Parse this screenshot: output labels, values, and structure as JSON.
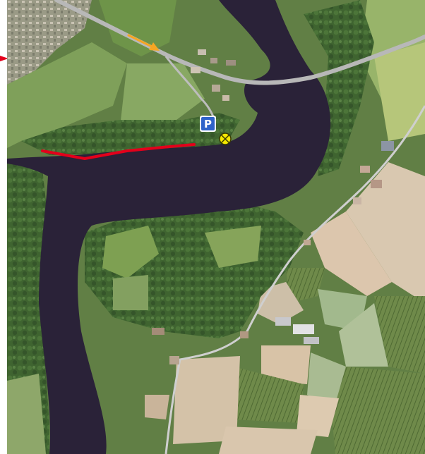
{
  "map": {
    "type": "aerial-photo",
    "colors": {
      "river": "#2a2238",
      "forest": "#3d5f2c",
      "field_light": "#d9cbb5",
      "road": "#b8b8b8",
      "trail": "#e3001b",
      "arrow": "#f5a623",
      "parking_bg": "#2f63c9",
      "viewpoint": "#f6e800"
    }
  },
  "markers": {
    "parking": {
      "label": "P",
      "icon": "parking-icon"
    },
    "viewpoint": {
      "icon": "crossed-circle-icon"
    },
    "arrow": {
      "icon": "arrow-icon"
    },
    "edge_arrow": {
      "icon": "edge-arrow-icon"
    }
  },
  "route": {
    "icon": "trail-line"
  }
}
